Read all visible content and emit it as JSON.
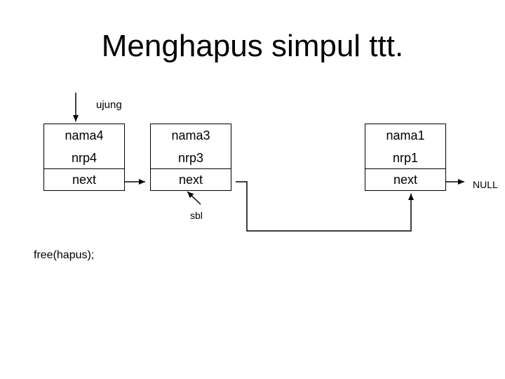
{
  "title": "Menghapus simpul ttt.",
  "labels": {
    "ujung": "ujung",
    "sbl": "sbl",
    "null": "NULL",
    "free": "free(hapus);"
  },
  "nodes": [
    {
      "nama": "nama4",
      "nrp": "nrp4",
      "next": "next"
    },
    {
      "nama": "nama3",
      "nrp": "nrp3",
      "next": "next"
    },
    {
      "nama": "nama1",
      "nrp": "nrp1",
      "next": "next"
    }
  ]
}
